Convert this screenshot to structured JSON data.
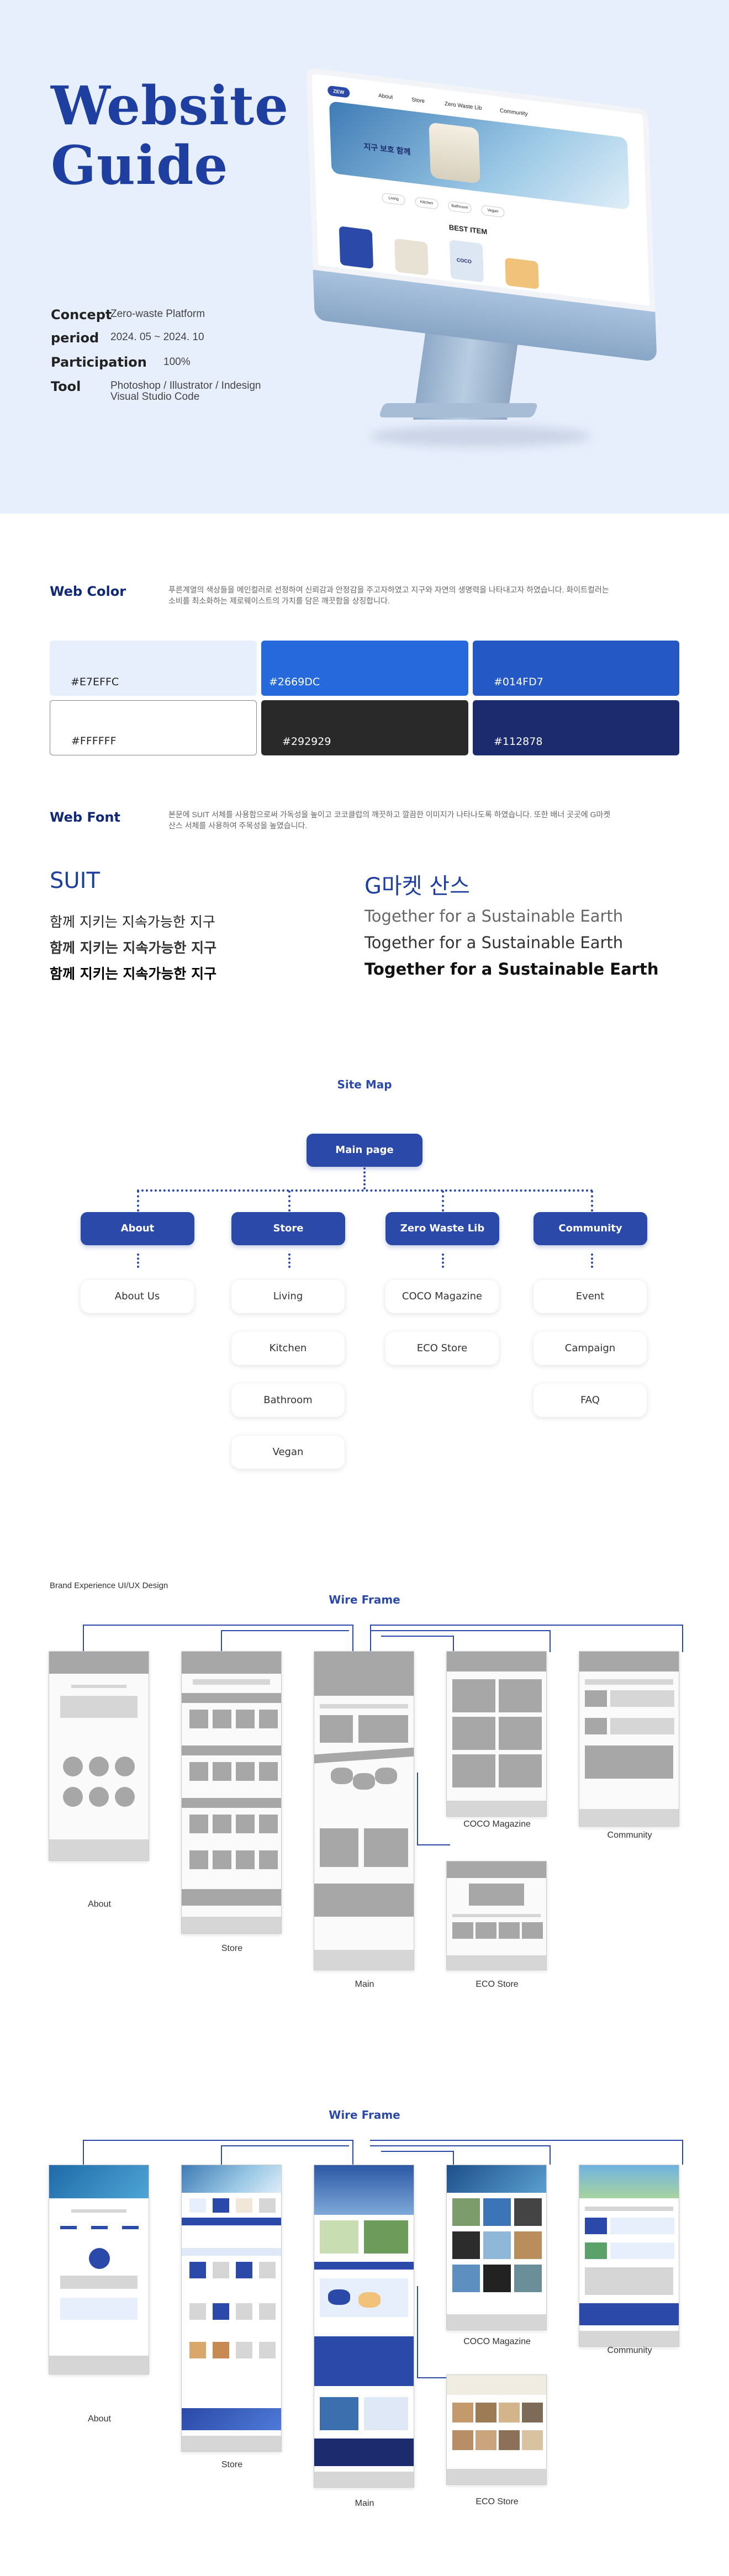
{
  "hero": {
    "title_line1": "Website",
    "title_line2": "Guide",
    "meta": [
      {
        "label": "Concept",
        "value": "Zero-waste Platform"
      },
      {
        "label": "period",
        "value": "2024. 05 ~ 2024. 10"
      },
      {
        "label": "Participation",
        "value": "100%"
      },
      {
        "label": "Tool",
        "value": "Photoshop / Illustrator / Indesign",
        "value2": "Visual Studio Code"
      }
    ],
    "monitor": {
      "logo": "ZEW",
      "nav": [
        "About",
        "Store",
        "Zero Waste Lib",
        "Community"
      ],
      "banner_text": "지구 보호 함께",
      "chips": [
        "Living",
        "Kitchen",
        "Bathroom",
        "Vegan"
      ],
      "section_title": "BEST ITEM",
      "product_tag": "COCO"
    }
  },
  "web_color": {
    "label": "Web Color",
    "description_line1": "푸른계열의 색상들을 메인컬러로 선정하여 신뢰감과 안정감을 주고자하였고 지구와 자연의 생명력을 나타내고자 하였습니다. 화이트컬러는",
    "description_line2": "소비를 최소화하는 제로웨이스트의 가치를 담은 깨끗함을 상징합니다.",
    "swatches": [
      {
        "hex": "#E7EFFC",
        "color": "#e7effc",
        "text_color": "#222222"
      },
      {
        "hex": "#2669DC",
        "color": "#2669dc",
        "text_color": "#ffffff"
      },
      {
        "hex": "#014FD7",
        "color": "#2458c4",
        "text_color": "#ffffff"
      },
      {
        "hex": "#FFFFFF",
        "color": "#ffffff",
        "text_color": "#222222"
      },
      {
        "hex": "#292929",
        "color": "#292929",
        "text_color": "#ffffff"
      },
      {
        "hex": "#112878",
        "color": "#1b2b6e",
        "text_color": "#ffffff"
      }
    ]
  },
  "web_font": {
    "label": "Web Font",
    "description_line1": "본문에 SUIT 서체를 사용함으로써 가독성을 높이고 코코클럽의 깨끗하고 깔끔한 이미지가 나타나도록 하였습니다. 또한 배너 곳곳에 G마켓",
    "description_line2": "산스 서체를 사용하여 주목성을 높였습니다.",
    "font1_name": "SUIT",
    "font1_samples": [
      "함께 지키는 지속가능한 지구",
      "함께 지키는 지속가능한 지구",
      "함께 지키는 지속가능한 지구"
    ],
    "font2_name": "G마켓 산스",
    "font2_samples": [
      "Together for a Sustainable Earth",
      "Together for a Sustainable Earth",
      "Together for a Sustainable Earth"
    ]
  },
  "site_map": {
    "title": "Site Map",
    "root": "Main page",
    "columns": [
      {
        "name": "About",
        "items": [
          "About Us"
        ]
      },
      {
        "name": "Store",
        "items": [
          "Living",
          "Kitchen",
          "Bathroom",
          "Vegan"
        ]
      },
      {
        "name": "Zero Waste Lib",
        "items": [
          "COCO Magazine",
          "ECO Store"
        ]
      },
      {
        "name": "Community",
        "items": [
          "Event",
          "Campaign",
          "FAQ"
        ]
      }
    ]
  },
  "wireframe1": {
    "subtitle": "Brand Experience UI/UX Design",
    "title": "Wire Frame",
    "captions": {
      "about": "About",
      "store": "Store",
      "main": "Main",
      "coco": "COCO Magazine",
      "eco": "ECO Store",
      "community": "Community"
    }
  },
  "wireframe2": {
    "title": "Wire Frame",
    "captions": {
      "about": "About",
      "store": "Store",
      "main": "Main",
      "coco": "COCO Magazine",
      "eco": "ECO Store",
      "community": "Community"
    }
  }
}
